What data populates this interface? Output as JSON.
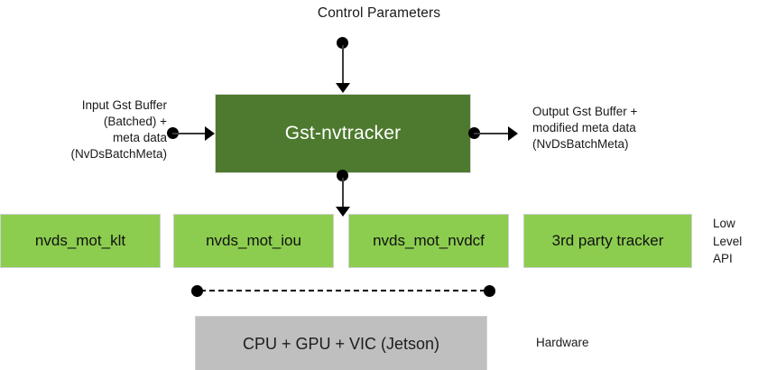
{
  "diagram": {
    "title_top": "Control Parameters",
    "process": {
      "label": "Gst-nvtracker",
      "color": "#4d7a2e"
    },
    "input_label": "Input Gst Buffer\n(Batched) +\nmeta data\n(NvDsBatchMeta)",
    "output_label": "Output Gst Buffer +\nmodified meta data\n(NvDsBatchMeta)",
    "low_level": {
      "layer_note": "Low\nLevel\nAPI",
      "color": "#8ccd4f",
      "boxes": [
        {
          "label": "nvds_mot_klt"
        },
        {
          "label": "nvds_mot_iou"
        },
        {
          "label": "nvds_mot_nvdcf"
        },
        {
          "label": "3rd party tracker"
        }
      ]
    },
    "hardware": {
      "label": "CPU + GPU + VIC (Jetson)",
      "note": "Hardware",
      "color": "#bfbfbf"
    }
  }
}
